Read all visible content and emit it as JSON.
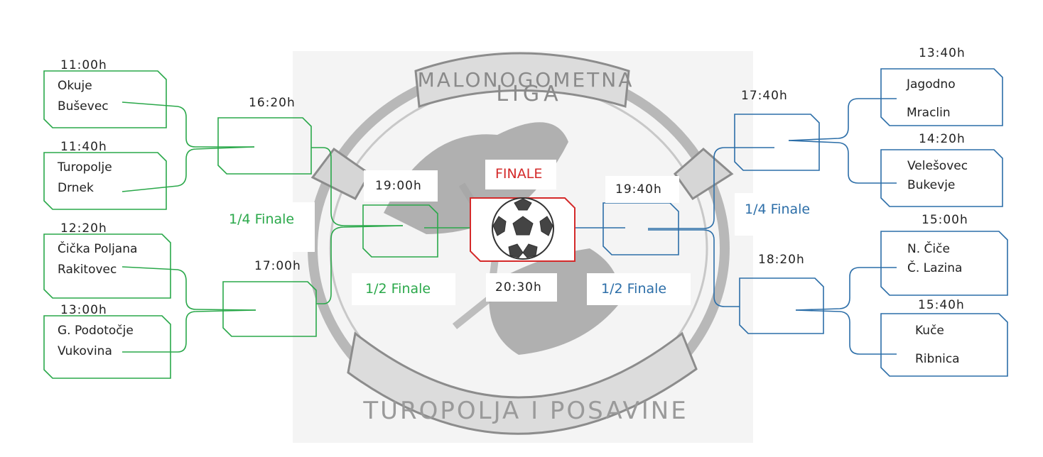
{
  "logo": {
    "top_text": "MALONOGOMETNA",
    "mid_text": "LIGA",
    "bottom_text": "TUROPOLJA I POSAVINE"
  },
  "colors": {
    "left_bracket": "#2aa84a",
    "right_bracket": "#2c6ea8",
    "final": "#d42a2a",
    "logo_gray": "#b3b3b3"
  },
  "left": {
    "r1": [
      {
        "time": "11:00h",
        "team1": "Okuje",
        "team2": "Buševec"
      },
      {
        "time": "11:40h",
        "team1": "Turopolje",
        "team2": "Drnek"
      },
      {
        "time": "12:20h",
        "team1": "Čička Poljana",
        "team2": "Rakitovec"
      },
      {
        "time": "13:00h",
        "team1": "G. Podotočje",
        "team2": "Vukovina"
      }
    ],
    "qf": [
      {
        "time": "16:20h"
      },
      {
        "time": "17:00h"
      }
    ],
    "qf_label": "1/4 Finale",
    "sf": {
      "time": "19:00h"
    },
    "sf_label": "1/2 Finale"
  },
  "right": {
    "r1": [
      {
        "time": "13:40h",
        "team1": "Jagodno",
        "team2": "Mraclin"
      },
      {
        "time": "14:20h",
        "team1": "Velešovec",
        "team2": "Bukevje"
      },
      {
        "time": "15:00h",
        "team1": "N. Čiče",
        "team2": "Č. Lazina"
      },
      {
        "time": "15:40h",
        "team1": "Kuče",
        "team2": "Ribnica"
      }
    ],
    "qf": [
      {
        "time": "17:40h"
      },
      {
        "time": "18:20h"
      }
    ],
    "qf_label": "1/4 Finale",
    "sf": {
      "time": "19:40h"
    },
    "sf_label": "1/2 Finale"
  },
  "final": {
    "label": "FINALE",
    "time": "20:30h",
    "ball_icon": "soccer-ball-icon"
  }
}
